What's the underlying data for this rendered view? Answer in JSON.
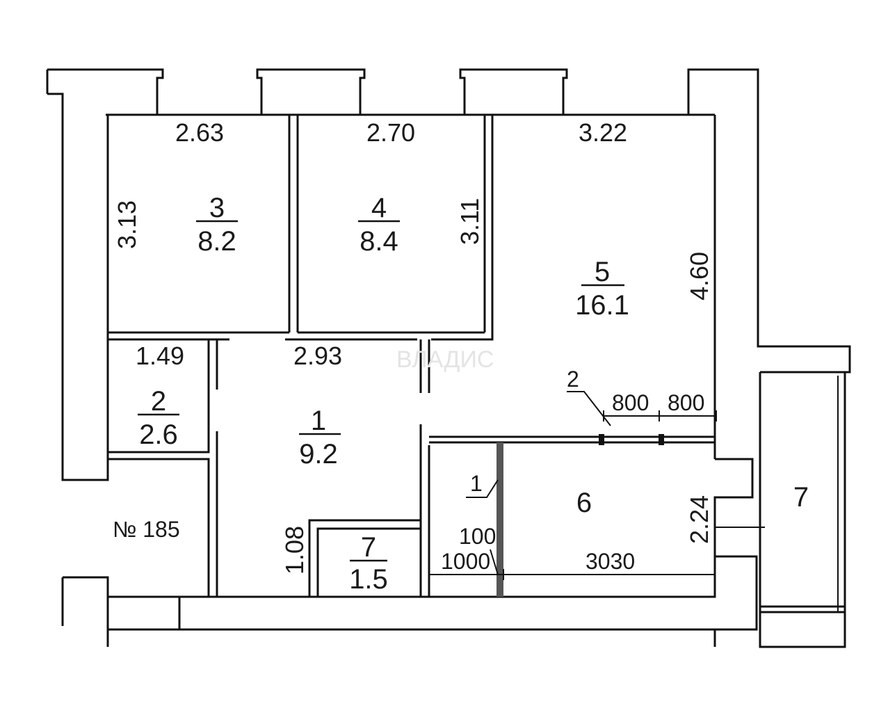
{
  "plan": {
    "watermark": "ВЛАДИС",
    "number_label": "№ 185",
    "rooms": [
      {
        "number": "3",
        "area": "8.2"
      },
      {
        "number": "4",
        "area": "8.4"
      },
      {
        "number": "5",
        "area": "16.1"
      },
      {
        "number": "2",
        "area": "2.6"
      },
      {
        "number": "1",
        "area": "9.2"
      },
      {
        "number": "7",
        "area": "1.5"
      },
      {
        "number": "6",
        "area": ""
      },
      {
        "number": "7",
        "area": ""
      }
    ],
    "dimensions": {
      "room3_width": "2.63",
      "room4_width": "2.70",
      "room5_width": "3.22",
      "room3_height": "3.13",
      "room4_height": "3.11",
      "room5_height": "4.60",
      "room2_width": "1.49",
      "hall_width": "2.93",
      "room7_height": "1.08",
      "room6_height": "2.24",
      "opening_a": "800",
      "opening_b": "800",
      "wall_thickness": "100",
      "passage_width": "1000",
      "room6_width": "3030"
    },
    "callouts": {
      "partition": "1",
      "door": "2"
    }
  }
}
